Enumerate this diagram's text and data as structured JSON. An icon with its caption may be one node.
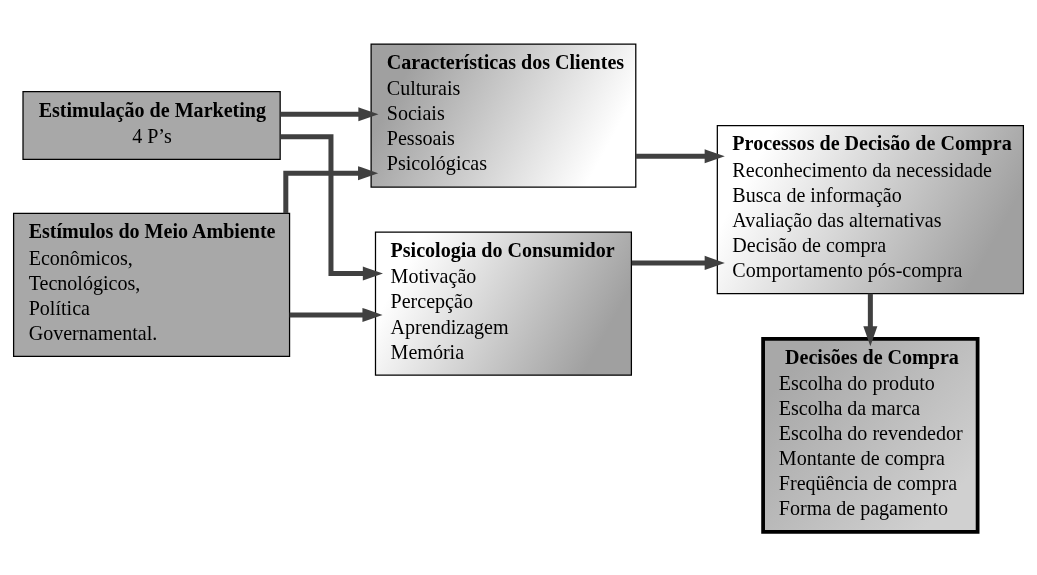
{
  "diagram": {
    "nodes": [
      {
        "text": [
          "Estimulação de Marketing",
          "4 P’s"
        ]
      },
      {
        "text": [
          "Estímulos do Meio Ambiente",
          "Econômicos,",
          "Tecnológicos,",
          "Política",
          "Governamental."
        ]
      },
      {
        "text": [
          "Características dos Clientes",
          "Culturais",
          "Sociais",
          "Pessoais",
          "Psicológicas"
        ]
      },
      {
        "text": [
          "Psicologia do Consumidor",
          "Motivação",
          "Percepção",
          "Aprendizagem",
          "Memória"
        ]
      },
      {
        "text": [
          "Processos de Decisão de Compra",
          "Reconhecimento da necessidade",
          "Busca de informação",
          "Avaliação das alternativas",
          "Decisão de compra",
          "Comportamento pós-compra"
        ]
      },
      {
        "text": [
          "Decisões de Compra",
          "Escolha do produto",
          "Escolha da marca",
          "Escolha do revendedor",
          "Montante de compra",
          "Freqüência de compra",
          "Forma de pagamento"
        ]
      }
    ],
    "edges": [
      {
        "from": 0,
        "to": 2,
        "arrow": "to"
      },
      {
        "from": 0,
        "to": 3,
        "arrow": "to"
      },
      {
        "from": 1,
        "to": 2,
        "arrow": "to"
      },
      {
        "from": 1,
        "to": 3,
        "arrow": "to"
      },
      {
        "from": 2,
        "to": 4,
        "arrow": "to"
      },
      {
        "from": 3,
        "to": 4,
        "arrow": "to"
      },
      {
        "from": 4,
        "to": 5,
        "arrow": "to"
      }
    ]
  }
}
